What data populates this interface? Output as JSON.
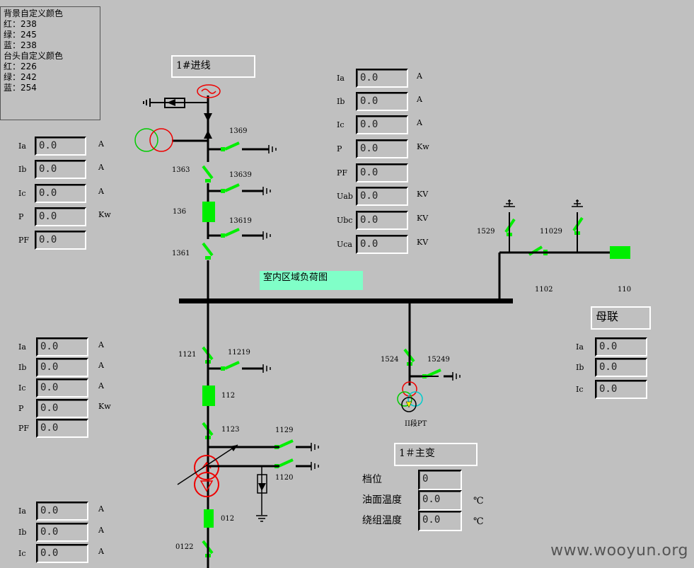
{
  "info_panel": {
    "bg_title": "背景自定义颜色",
    "bg_red": "红：238",
    "bg_green": "绿：245",
    "bg_blue": "蓝：238",
    "head_title": "台头自定义颜色",
    "head_red": "红：226",
    "head_green": "绿：242",
    "head_blue": "蓝：254"
  },
  "titles": {
    "incoming": "1#进线",
    "bus_tie": "母联",
    "main_transformer": "1＃主变",
    "load_map": "室内区域负荷图"
  },
  "meters_left_top": [
    {
      "label": "Ia",
      "value": "0.0",
      "unit": "A"
    },
    {
      "label": "Ib",
      "value": "0.0",
      "unit": "A"
    },
    {
      "label": "Ic",
      "value": "0.0",
      "unit": "A"
    },
    {
      "label": "P",
      "value": "0.0",
      "unit": "Kw"
    },
    {
      "label": "PF",
      "value": "0.0",
      "unit": ""
    }
  ],
  "meters_center": [
    {
      "label": "Ia",
      "value": "0.0",
      "unit": "A"
    },
    {
      "label": "Ib",
      "value": "0.0",
      "unit": "A"
    },
    {
      "label": "Ic",
      "value": "0.0",
      "unit": "A"
    },
    {
      "label": "P",
      "value": "0.0",
      "unit": "Kw"
    },
    {
      "label": "PF",
      "value": "0.0",
      "unit": ""
    },
    {
      "label": "Uab",
      "value": "0.0",
      "unit": "KV"
    },
    {
      "label": "Ubc",
      "value": "0.0",
      "unit": "KV"
    },
    {
      "label": "Uca",
      "value": "0.0",
      "unit": "KV"
    }
  ],
  "meters_left_mid": [
    {
      "label": "Ia",
      "value": "0.0",
      "unit": "A"
    },
    {
      "label": "Ib",
      "value": "0.0",
      "unit": "A"
    },
    {
      "label": "Ic",
      "value": "0.0",
      "unit": "A"
    },
    {
      "label": "P",
      "value": "0.0",
      "unit": "Kw"
    },
    {
      "label": "PF",
      "value": "0.0",
      "unit": ""
    }
  ],
  "meters_left_bottom": [
    {
      "label": "Ia",
      "value": "0.0",
      "unit": "A"
    },
    {
      "label": "Ib",
      "value": "0.0",
      "unit": "A"
    },
    {
      "label": "Ic",
      "value": "0.0",
      "unit": "A"
    }
  ],
  "meters_bus_tie": [
    {
      "label": "Ia",
      "value": "0.0"
    },
    {
      "label": "Ib",
      "value": "0.0"
    },
    {
      "label": "Ic",
      "value": "0.0"
    }
  ],
  "transformer_meters": [
    {
      "label": "档位",
      "value": "0",
      "unit": ""
    },
    {
      "label": "油面温度",
      "value": "0.0",
      "unit": "℃"
    },
    {
      "label": "绕组温度",
      "value": "0.0",
      "unit": "℃"
    }
  ],
  "device_labels": {
    "d1369": "1369",
    "d1363": "1363",
    "d13639": "13639",
    "d136": "136",
    "d13619": "13619",
    "d1361": "1361",
    "d1529": "1529",
    "d11029": "11029",
    "d1102": "1102",
    "d110": "110",
    "d1121": "1121",
    "d11219": "11219",
    "d112": "112",
    "d1123": "1123",
    "d1129": "1129",
    "d1120": "1120",
    "d012": "012",
    "d0122": "0122",
    "d1524": "1524",
    "d15249": "15249",
    "pt": "II段PT"
  },
  "watermark": "www.wooyun.org",
  "colors": {
    "background": "#c0c0c0",
    "switch": "#00ee00",
    "transformer": "#ff0000",
    "load_map_bg": "#80ffc8"
  }
}
